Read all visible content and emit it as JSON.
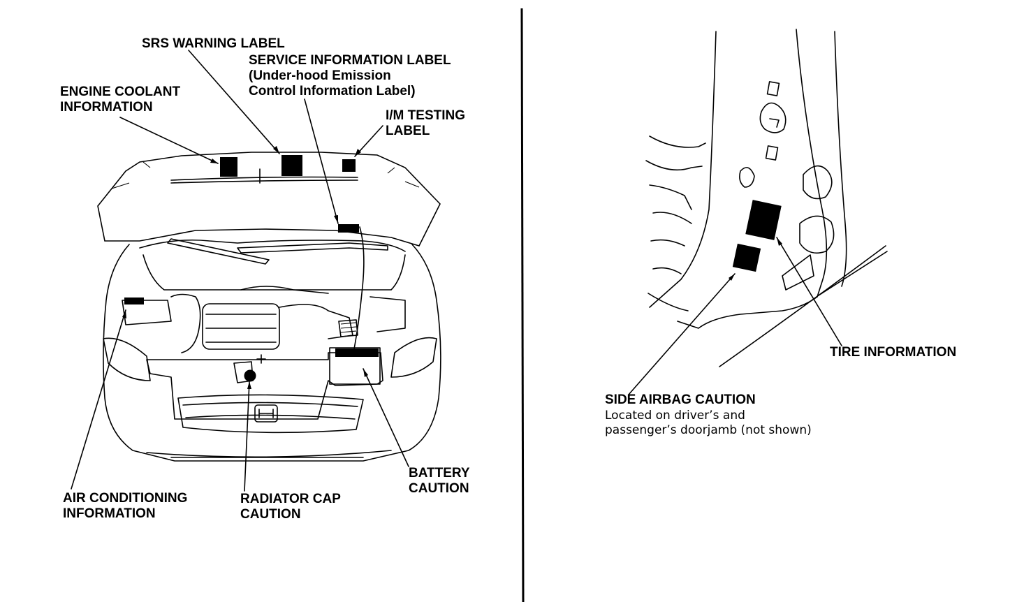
{
  "left_panel": {
    "labels": {
      "srs_warning": "SRS WARNING LABEL",
      "service_info": [
        "SERVICE INFORMATION LABEL",
        "(Under-hood Emission",
        "Control Information Label)"
      ],
      "engine_coolant": [
        "ENGINE COOLANT",
        "INFORMATION"
      ],
      "im_testing": [
        "I/M TESTING",
        "LABEL"
      ],
      "air_conditioning": [
        "AIR CONDITIONING",
        "INFORMATION"
      ],
      "radiator_cap": [
        "RADIATOR CAP",
        "CAUTION"
      ],
      "battery": [
        "BATTERY",
        "CAUTION"
      ]
    }
  },
  "right_panel": {
    "labels": {
      "tire_info": "TIRE INFORMATION",
      "side_airbag": "SIDE AIRBAG CAUTION",
      "side_airbag_note": [
        "Located on driver’s and",
        "passenger’s doorjamb (not shown)"
      ]
    }
  },
  "colors": {
    "ink": "#000000",
    "paper": "#ffffff"
  }
}
